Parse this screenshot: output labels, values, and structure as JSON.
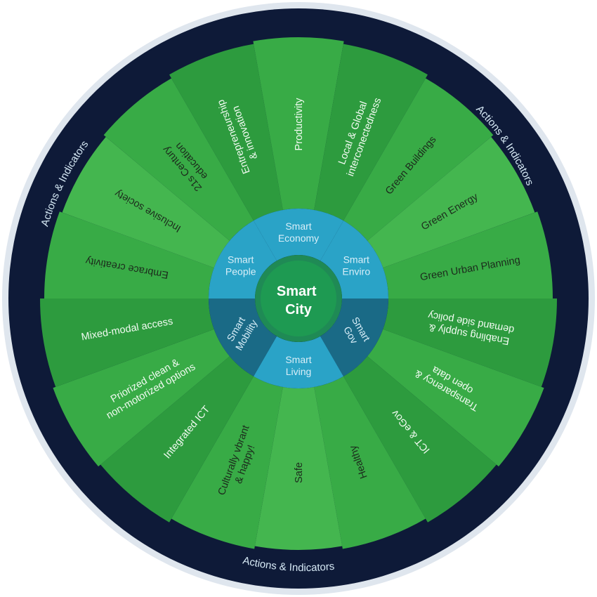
{
  "center": {
    "line1": "Smart",
    "line2": "City"
  },
  "outer_ring": {
    "labels": [
      "Actions & Indicators",
      "Actions & Indicators",
      "Actions & Indicators"
    ]
  },
  "colors": {
    "ring_dark": "#0e1a38",
    "border": "#dfe6ee",
    "domain_light": "#2aa3c7",
    "domain_dark": "#1a6a86",
    "hub_outer": "#1f8a55",
    "hub_inner": "#1e9a52",
    "green_a": "#2d9b3e",
    "green_b": "#38ab46",
    "green_c": "#44b64f",
    "text_dark": "#1c2a1c",
    "text_light": "#f2fbf2"
  },
  "domains": [
    {
      "id": "economy",
      "line1": "Smart",
      "line2": "Economy",
      "tone": "light"
    },
    {
      "id": "enviro",
      "line1": "Smart",
      "line2": "Enviro",
      "tone": "light"
    },
    {
      "id": "gov",
      "line1": "Smart",
      "line2": "Gov",
      "tone": "dark"
    },
    {
      "id": "living",
      "line1": "Smart",
      "line2": "Living",
      "tone": "light"
    },
    {
      "id": "mobility",
      "line1": "Smart",
      "line2": "Mobility",
      "tone": "dark"
    },
    {
      "id": "people",
      "line1": "Smart",
      "line2": "People",
      "tone": "light"
    }
  ],
  "spokes": [
    {
      "domain": "economy",
      "lines": [
        "Entrepreneurship",
        "& innovation"
      ],
      "ink": "light",
      "shade": "a"
    },
    {
      "domain": "economy",
      "lines": [
        "Productivity"
      ],
      "ink": "light",
      "shade": "b"
    },
    {
      "domain": "economy",
      "lines": [
        "Local & Global",
        "interconectedness"
      ],
      "ink": "light",
      "shade": "a"
    },
    {
      "domain": "enviro",
      "lines": [
        "Green Buildings"
      ],
      "ink": "dark",
      "shade": "b"
    },
    {
      "domain": "enviro",
      "lines": [
        "Green Energy"
      ],
      "ink": "dark",
      "shade": "c"
    },
    {
      "domain": "enviro",
      "lines": [
        "Green Urban Planning"
      ],
      "ink": "dark",
      "shade": "b"
    },
    {
      "domain": "gov",
      "lines": [
        "Enabling supply &",
        "demand side policy"
      ],
      "ink": "light",
      "shade": "a"
    },
    {
      "domain": "gov",
      "lines": [
        "Transparency &",
        "open data"
      ],
      "ink": "light",
      "shade": "b"
    },
    {
      "domain": "gov",
      "lines": [
        "ICT & eGov"
      ],
      "ink": "light",
      "shade": "a"
    },
    {
      "domain": "living",
      "lines": [
        "Healthy"
      ],
      "ink": "dark",
      "shade": "b"
    },
    {
      "domain": "living",
      "lines": [
        "Safe"
      ],
      "ink": "dark",
      "shade": "c"
    },
    {
      "domain": "living",
      "lines": [
        "Culturally vbrant",
        "& happy!"
      ],
      "ink": "dark",
      "shade": "b"
    },
    {
      "domain": "mobility",
      "lines": [
        "Integrated ICT"
      ],
      "ink": "light",
      "shade": "a"
    },
    {
      "domain": "mobility",
      "lines": [
        "Priorized clean &",
        "non-motorized options"
      ],
      "ink": "light",
      "shade": "b"
    },
    {
      "domain": "mobility",
      "lines": [
        "Mixed-modal access"
      ],
      "ink": "light",
      "shade": "a"
    },
    {
      "domain": "people",
      "lines": [
        "Embrace creativity"
      ],
      "ink": "dark",
      "shade": "b"
    },
    {
      "domain": "people",
      "lines": [
        "Inclusive society"
      ],
      "ink": "dark",
      "shade": "c"
    },
    {
      "domain": "people",
      "lines": [
        "21s Century",
        "education"
      ],
      "ink": "dark",
      "shade": "b"
    }
  ]
}
